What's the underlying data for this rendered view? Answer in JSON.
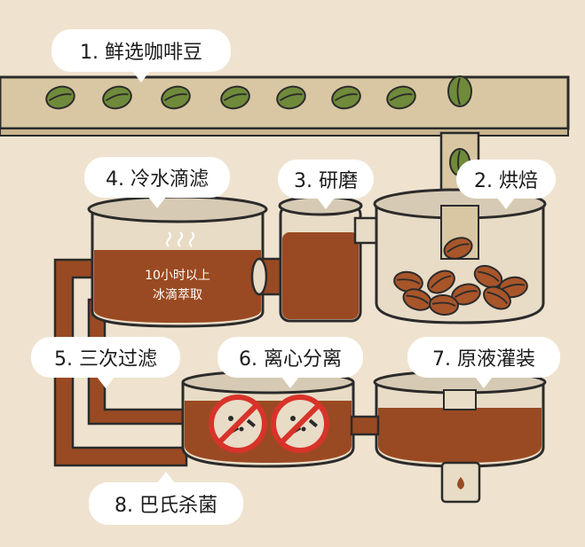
{
  "steps": [
    {
      "label": "1. 鲜选咖啡豆"
    },
    {
      "label": "2. 烘焙"
    },
    {
      "label": "3. 研磨"
    },
    {
      "label": "4. 冷水滴滤"
    },
    {
      "label": "5. 三次过滤"
    },
    {
      "label": "6. 离心分离"
    },
    {
      "label": "7. 原液灌装"
    },
    {
      "label": "8. 巴氏杀菌"
    }
  ],
  "extraction_note": {
    "line1": "10小时以上",
    "line2": "冰滴萃取"
  },
  "colors": {
    "background": "#efe3cf",
    "conveyor": "#d9c7a3",
    "outline": "#2b2b2b",
    "coffee": "#9a4a22",
    "bean_green": "#6f8a3a",
    "bean_roasted": "#a8552a",
    "prohibit_red": "#d8332a"
  }
}
